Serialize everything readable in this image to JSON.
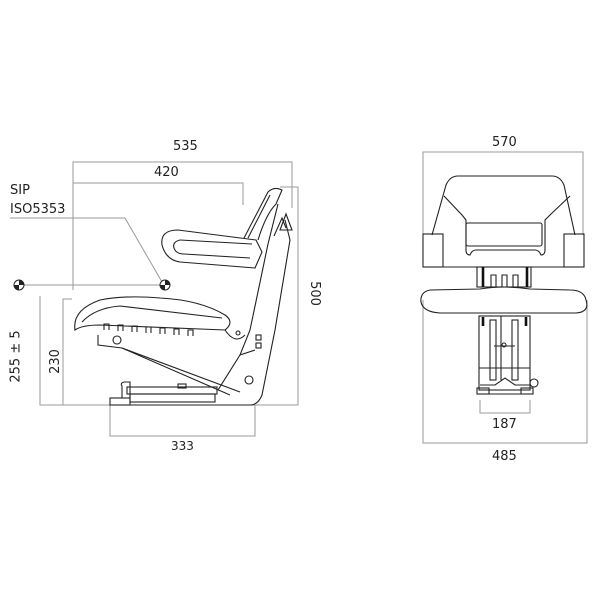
{
  "drawing": {
    "subject": "tractor seat technical drawing",
    "side_view": {
      "labels": {
        "sip_line1": "SIP",
        "sip_line2": "ISO5353",
        "overall_depth": "535",
        "backrest_depth": "420",
        "height": "500",
        "seat_height_range": "255 ± 5",
        "seat_height": "230",
        "base_length": "333"
      },
      "symbols": [
        "sip-marker-icon",
        "reference-marker-icon"
      ]
    },
    "front_view": {
      "labels": {
        "backrest_width": "570",
        "rail_width": "187",
        "cushion_width": "485"
      }
    },
    "colors": {
      "outline": "#222222",
      "dimension_line": "#9a9a9a",
      "background": "#ffffff"
    }
  }
}
